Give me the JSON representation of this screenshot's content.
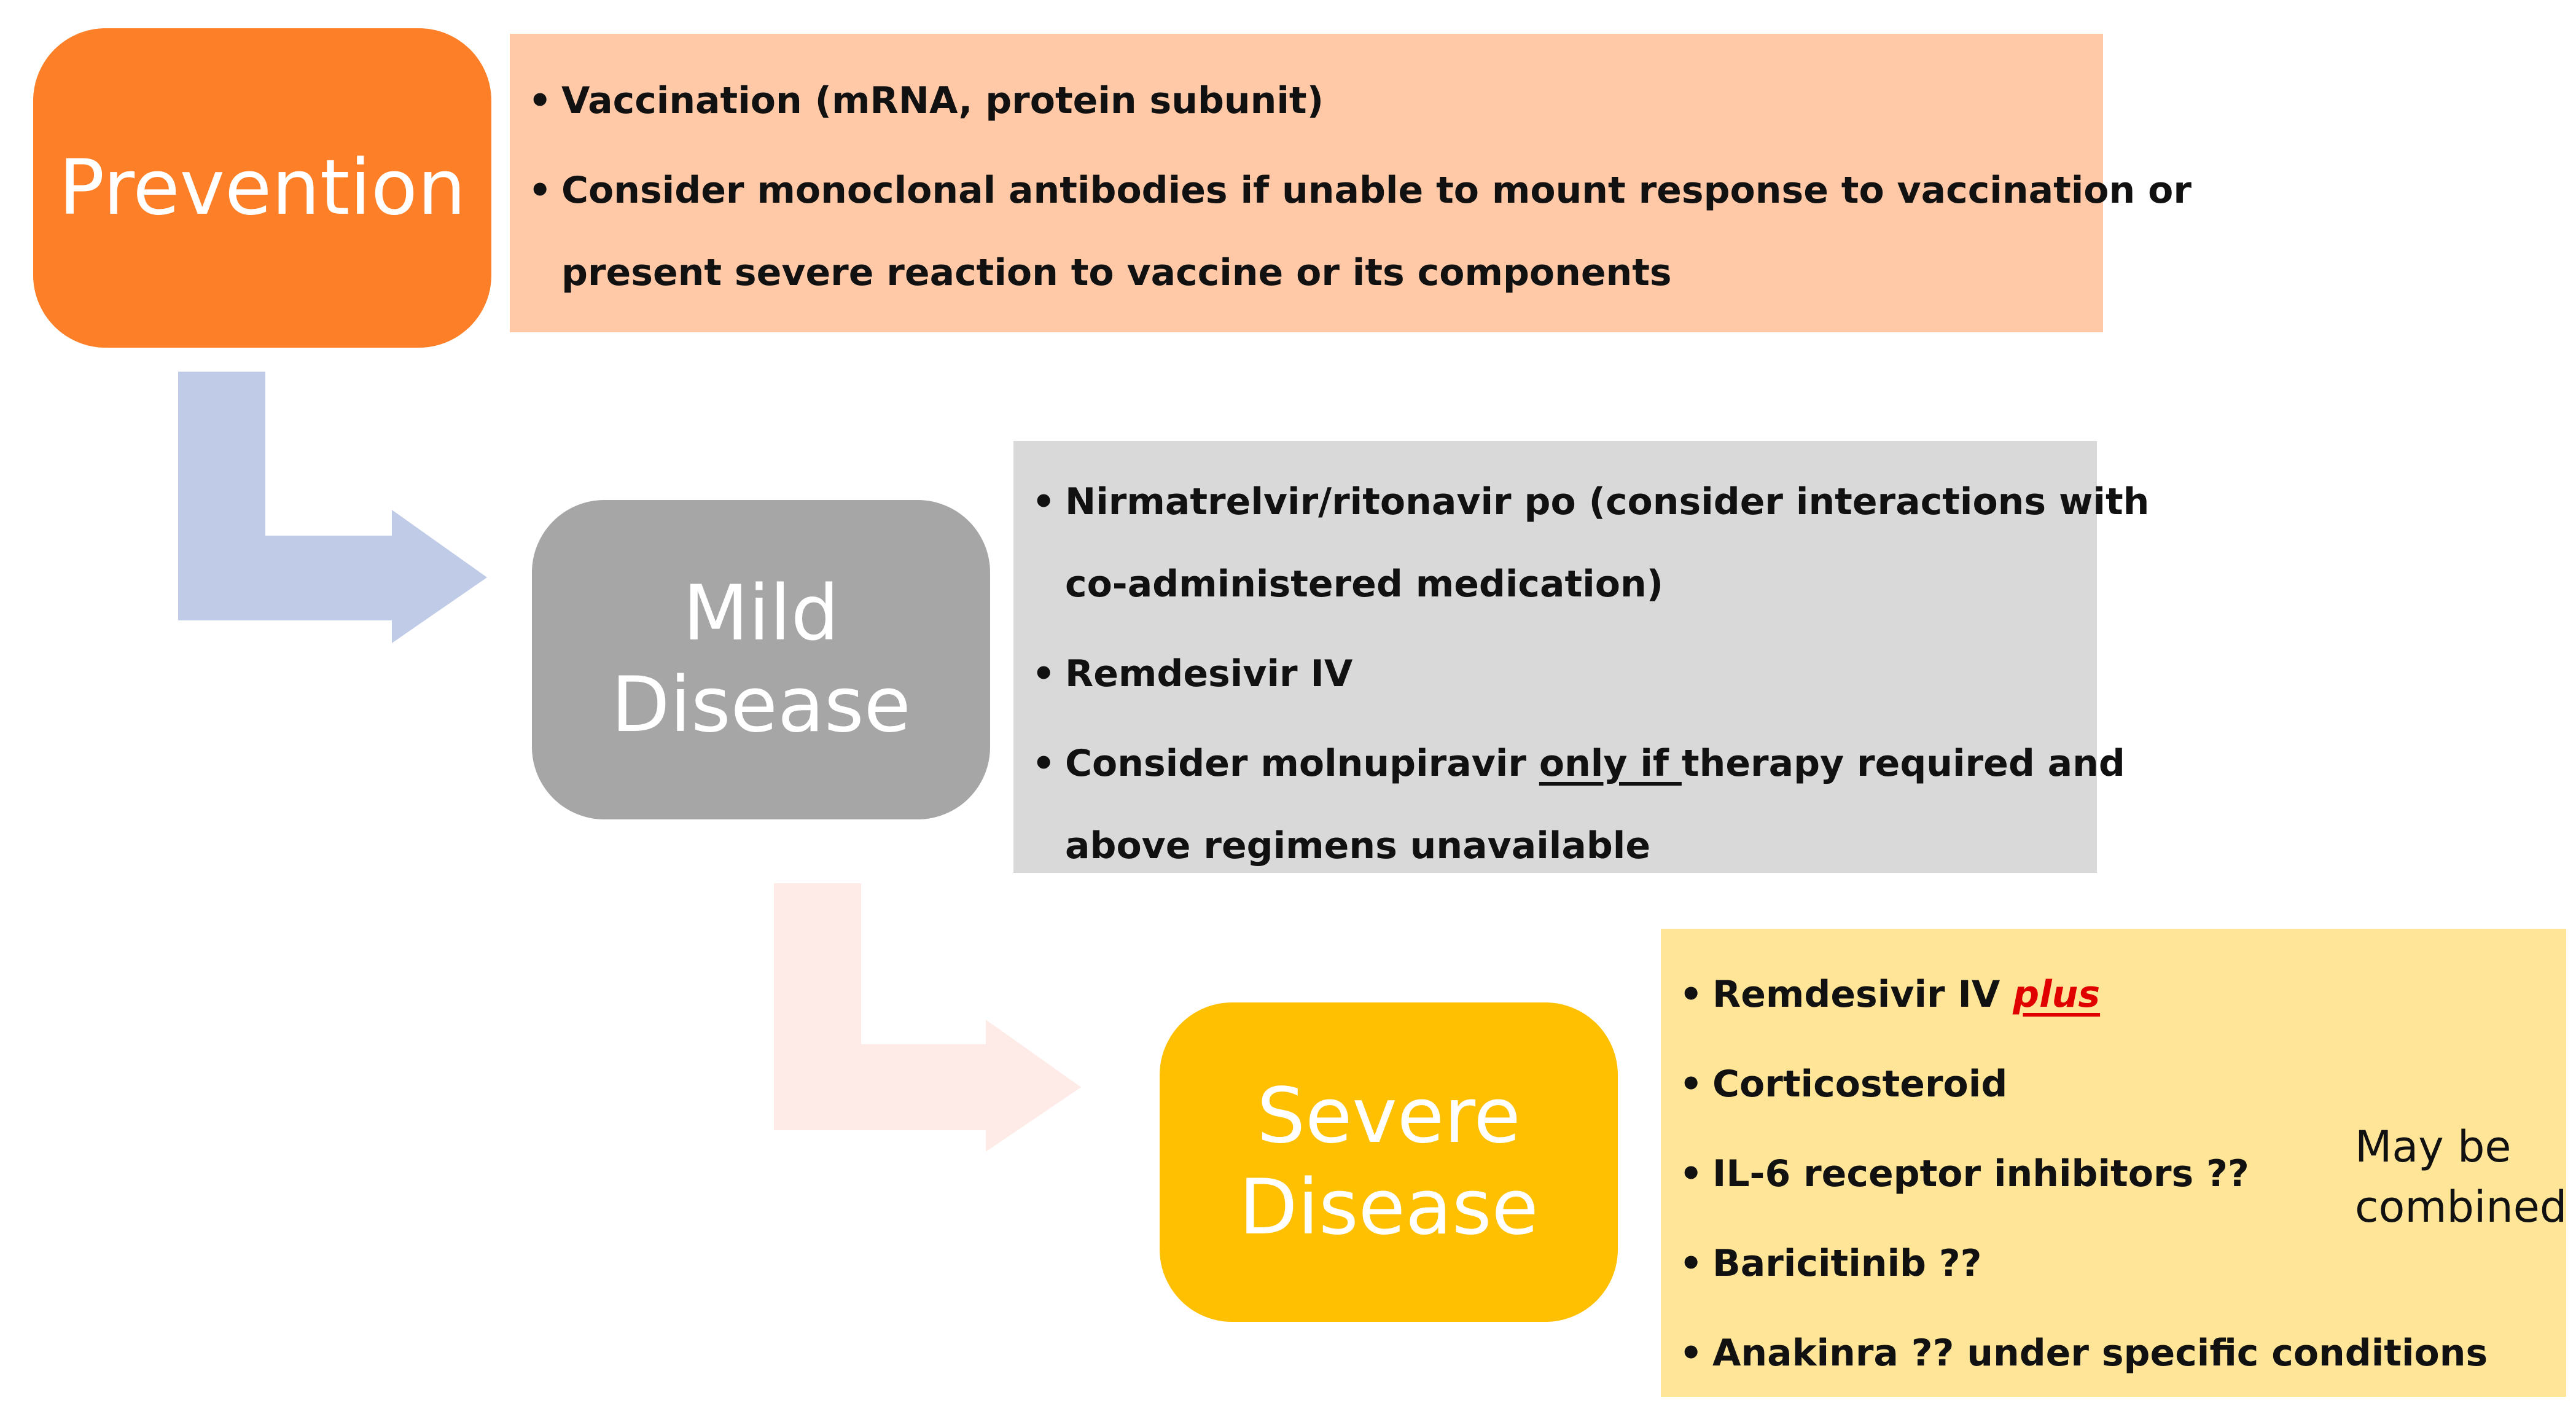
{
  "colors": {
    "prevention_box": "#fd7f27",
    "prevention_panel": "#ffc9a8",
    "mild_box": "#a6a6a6",
    "mild_panel": "#d9d9d9",
    "severe_box": "#fec000",
    "severe_panel": "#ffe597",
    "arrow_1": "#bfcbe7",
    "arrow_2": "#feeae7",
    "brace": "#2f6fcf",
    "plus_text": "#e00000"
  },
  "prevention": {
    "title": "Prevention",
    "bullets": [
      {
        "text": "Vaccination (mRNA, protein subunit)"
      },
      {
        "text": "Consider monoclonal antibodies if unable to mount response to vaccination or"
      },
      {
        "text": "present severe reaction to vaccine or its components",
        "continuation": true
      }
    ]
  },
  "mild": {
    "title_line1": "Mild",
    "title_line2": "Disease",
    "bullets": [
      {
        "text": "Nirmatrelvir/ritonavir po (consider interactions with"
      },
      {
        "text": "co-administered medication)",
        "continuation": true
      },
      {
        "text": "Remdesivir IV"
      },
      {
        "pre": "Consider molnupiravir ",
        "underlined": "only if ",
        "post": "therapy required and"
      },
      {
        "text": "above regimens unavailable",
        "continuation": true
      }
    ]
  },
  "severe": {
    "title_line1": "Severe",
    "title_line2": "Disease",
    "bullets": [
      {
        "pre": "Remdesivir IV ",
        "plus": "plus"
      },
      {
        "text": "Corticosteroid"
      },
      {
        "text": "IL-6 receptor inhibitors ??"
      },
      {
        "text": "Baricitinib ??"
      },
      {
        "text": "Anakinra ?? under specific conditions"
      }
    ],
    "combined_line1": "May be",
    "combined_line2": "combined"
  }
}
